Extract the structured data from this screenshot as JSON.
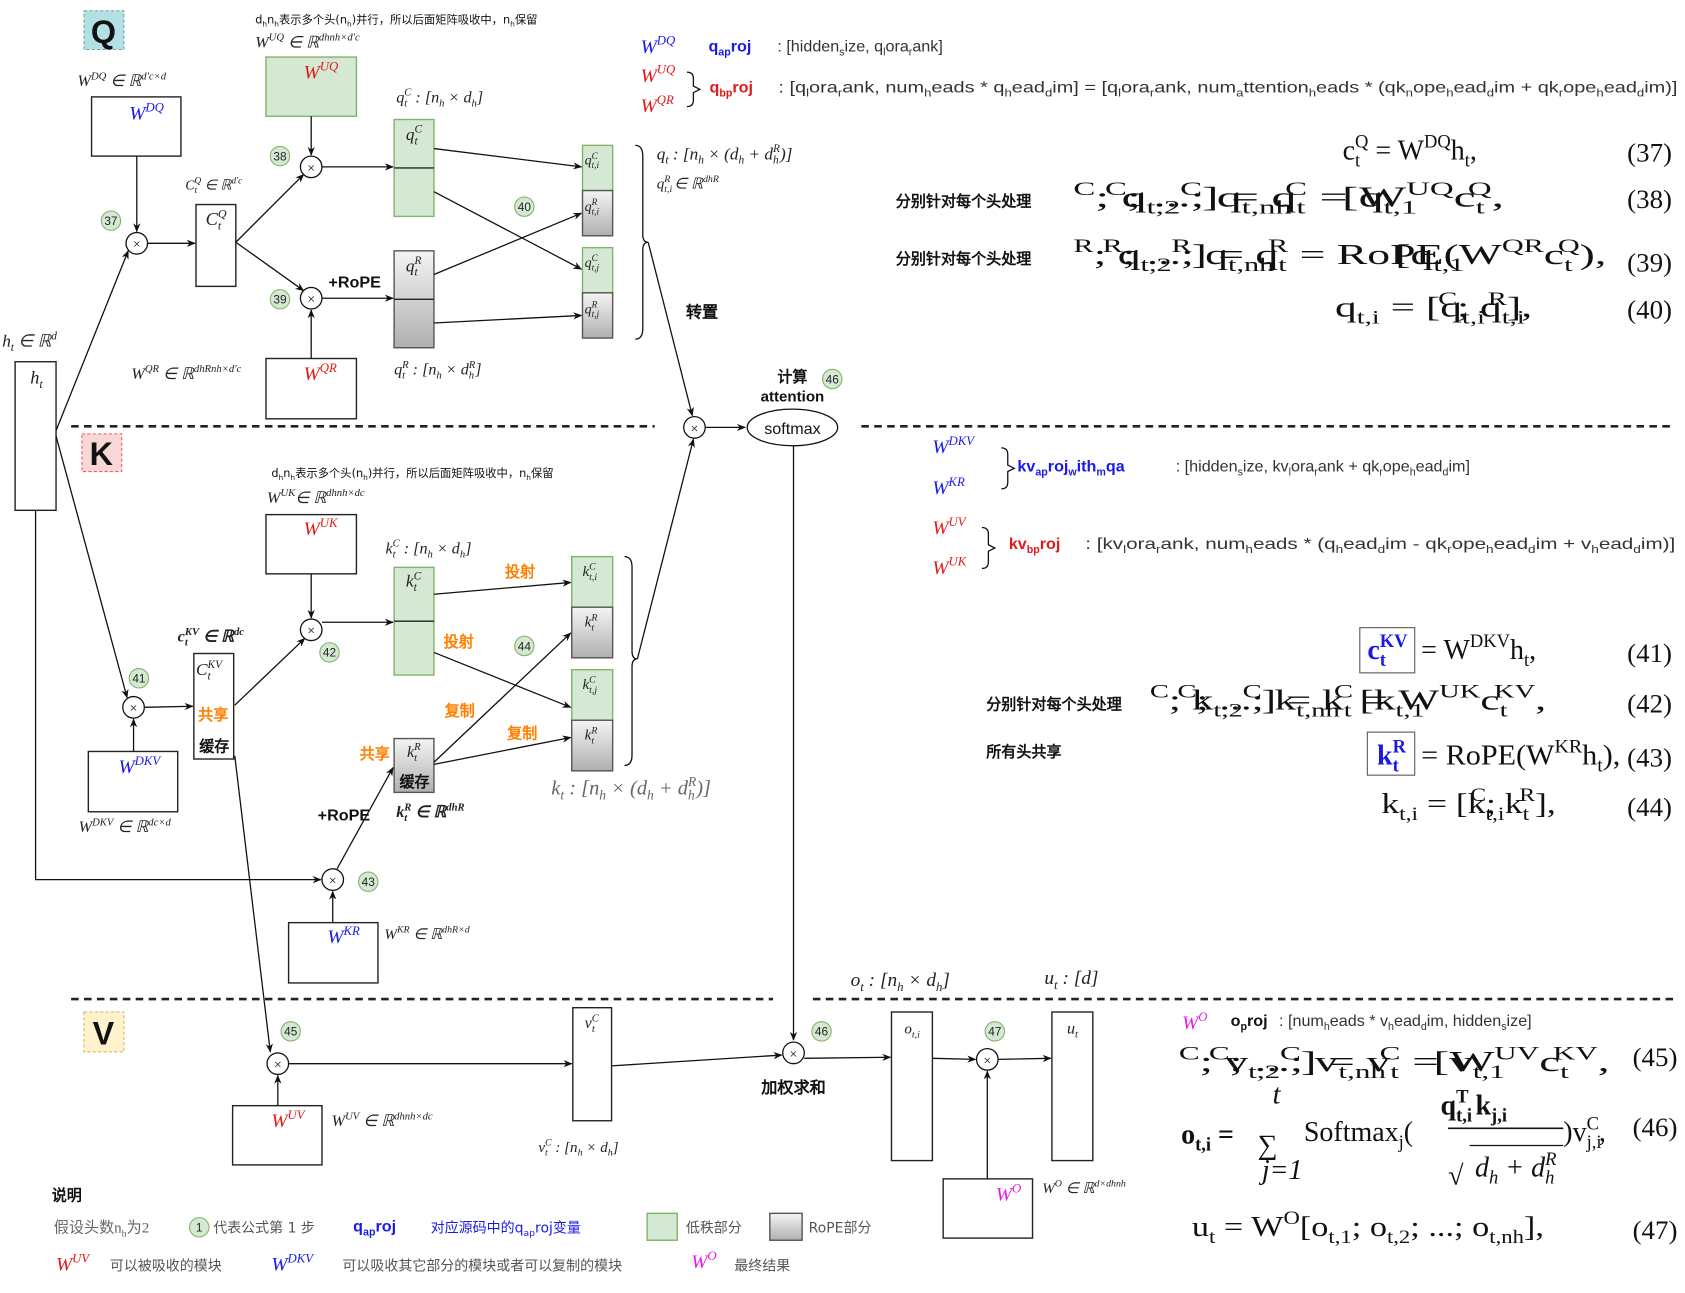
{
  "colors": {
    "absorbable": "#e01b1b",
    "absorber": "#1a1ae6",
    "final": "#e619e6",
    "low_rank": "#d5e8d4",
    "rope": "#b0b0b0",
    "annotation_orange": "#ff8000"
  },
  "q_section": {
    "label": "Q",
    "h_dim": "h_t ∈ ℝ^d",
    "h_box": "h_t",
    "wdq_dim": "W^{DQ} ∈ ℝ^{d'c×d}",
    "wdq_box": "W^{DQ}",
    "cq_dim": "C_t^Q ∈ ℝ^{d'c}",
    "cq_box": "C_t^Q",
    "note": "d_hn_h表示多个头(n_h)并行，所以后面矩阵吸收中，n_h保留",
    "wuq_dim": "W^{UQ} ∈ ℝ^{dhnh×d'c}",
    "wuq_box": "W^{UQ}",
    "wqr_dim": "W^{QR} ∈ ℝ^{dhRnh×d'c}",
    "wqr_box": "W^{QR}",
    "rope": "+RoPE",
    "qc_dim": "q_t^C : [n_h × d_h]",
    "qc_box": "q_t^C",
    "qr_dim": "q_t^R : [n_h × d_h^R]",
    "qr_box": "q_t^R",
    "heads": [
      "q_{t,i}^C",
      "q_{t,i}^R",
      "q_{t,j}^C",
      "q_{t,j}^R"
    ],
    "qt_dim": "q_t : [n_h × (d_h + d_h^R)]",
    "qtir_dim": "q_{t,i}^R ∈ ℝ^{dhR}",
    "transpose": "转置"
  },
  "attention": {
    "line1": "计算",
    "line2": "attention",
    "softmax": "softmax"
  },
  "k_section": {
    "label": "K",
    "note": "d_hn_h表示多个头(n_h)并行，所以后面矩阵吸收中，n_h保留",
    "wuk_dim": "W^{UK}∈ ℝ^{dhnh×dc}",
    "wuk_box": "W^{UK}",
    "kc_dim": "k_t^C : [n_h × d_h]",
    "kc_box": "k_t^C",
    "ckv_dim": "c_t^{KV} ∈ ℝ^{dc}",
    "ckv_box": "C_t^{KV}",
    "shared": "共享",
    "cache": "缓存",
    "wdkv_box": "W^{DKV}",
    "wdkv_dim": "W^{DKV} ∈ ℝ^{dc×d}",
    "kr_box": "k_t^R",
    "kr_shared": "共享",
    "kr_cache": "缓存",
    "rope": "+RoPE",
    "kr_dim": "k_t^R ∈ ℝ^{dhR}",
    "wkr_box": "W^{KR}",
    "wkr_dim": "W^{KR} ∈ ℝ^{dhR×d}",
    "project_1": "投射",
    "project_2": "投射",
    "copy_1": "复制",
    "copy_2": "复制",
    "heads": [
      "k_{t,i}^C",
      "k_t^R",
      "k_{t,j}^C",
      "k_t^R"
    ],
    "kt_dim": "k_t : [n_h × (d_h + d_h^R)]"
  },
  "v_section": {
    "label": "V",
    "wuv_box": "W^{UV}",
    "wuv_dim": "W^{UV} ∈ ℝ^{dhnh×dc}",
    "vc_box": "v_t^C",
    "vc_dim": "v_t^C : [n_h × d_h]",
    "weighted_sum": "加权求和",
    "o_box": "o_{t,i}",
    "u_box": "u_t",
    "o_dim": "o_t : [n_h × d_h]",
    "u_dim": "u_t : [d]",
    "wo_box": "W^O",
    "wo_dim": "W^O ∈ ℝ^{d×dhnh}"
  },
  "badges": {
    "b37": "37",
    "b38": "38",
    "b39": "39",
    "b40": "40",
    "b41": "41",
    "b42": "42",
    "b43": "43",
    "b44": "44",
    "b45": "45",
    "b46a": "46",
    "b46b": "46",
    "b47": "47"
  },
  "code_map": {
    "q_a": {
      "w": "W^{DQ}",
      "name": "q_a_proj",
      "shape": ":  [hidden_size, q_lora_rank]"
    },
    "q_b": {
      "w1": "W^{UQ}",
      "w2": "W^{QR}",
      "name": "q_b_proj",
      "shape": " : [q_lora_rank, num_heads * q_head_dim] = [q_lora_rank, num_attention_heads * (qk_nope_head_dim + qk_rope_head_dim)]"
    },
    "kv_a": {
      "w1": "W^{DKV}",
      "w2": "W^{KR}",
      "name": "kv_a_proj_with_mqa",
      "shape": " : [hidden_size,   kv_lora_rank + qk_rope_head_dim]"
    },
    "kv_b": {
      "w1": "W^{UV}",
      "w2": "W^{UK}",
      "name": "kv_b_proj",
      "shape": " : [kv_lora_rank,   num_heads * (q_head_dim - qk_rope_head_dim + v_head_dim)]"
    },
    "o": {
      "w": "W^O",
      "name": "o_proj",
      "shape": ": [num_heads * v_head_dim, hidden_size]"
    }
  },
  "equations": {
    "eq37": {
      "formula": "c_t^Q = W^{DQ}h_t,",
      "number": "(37)"
    },
    "eq38": {
      "note": "分别针对每个头处理",
      "formula": "[q_{t,1}^C; q_{t,2}^C; ...; q_{t,nh}^C] = q_t^C = W^{UQ}c_t^Q,",
      "number": "(38)"
    },
    "eq39": {
      "note": "分别针对每个头处理",
      "formula": "[q_{t,1}^R; q_{t,2}^R; ...; q_{t,nh}^R] = q_t^R = RoPE(W^{QR}c_t^Q),",
      "number": "(39)"
    },
    "eq40": {
      "formula": "q_{t,i} = [q_{t,i}^C; q_{t,i}^R],",
      "number": "(40)"
    },
    "eq41": {
      "boxed": "c_t^{KV}",
      "formula": "= W^{DKV}h_t,",
      "number": "(41)"
    },
    "eq42": {
      "note": "分别针对每个头处理",
      "formula": "[k_{t,1}^C; k_{t,2}^C; ...; k_{t,nh}^C] = k_t^C = W^{UK}c_t^{KV},",
      "number": "(42)"
    },
    "eq43": {
      "note": "所有头共享",
      "boxed": "k_t^R",
      "formula": "= RoPE(W^{KR}h_t),",
      "number": "(43)"
    },
    "eq44": {
      "formula": "k_{t,i} = [k_{t,i}^C; k_t^R],",
      "number": "(44)"
    },
    "eq45": {
      "formula": "[v_{t,1}^C; v_{t,2}^C; ...; v_{t,nh}^C] = v_t^C = W^{UV}c_t^{KV},",
      "number": "(45)"
    },
    "eq46": {
      "lhs": "o_{t,i} =",
      "sum": "∑",
      "sum_top": "t",
      "sum_bottom": "j=1",
      "fn": "Softmax_j(",
      "numerator": "q_{t,i}^T k_{j,i}",
      "sqrt": "√",
      "denominator": "d_h + d_h^R",
      "tail": ")v_{j,i}^C,",
      "number": "(46)"
    },
    "eq47": {
      "formula": "u_t = W^O[o_{t,1}; o_{t,2}; ...; o_{t,nh}],",
      "number": "(47)"
    }
  },
  "legend": {
    "title": "说明",
    "heads": "假设头数n_h为2",
    "step_badge": "1",
    "step_text": "代表公式第 1 步",
    "code_name": "q_a_proj",
    "code_text": "对应源码中的q_a_proj变量",
    "low_rank": "低秩部分",
    "rope": "RoPE部分",
    "absorbable_w": "W^{UV}",
    "absorbable_text": "可以被吸收的模块",
    "absorber_w": "W^{DKV}",
    "absorber_text": "可以吸收其它部分的模块或者可以复制的模块",
    "final_w": "W^O",
    "final_text": "最终结果"
  }
}
